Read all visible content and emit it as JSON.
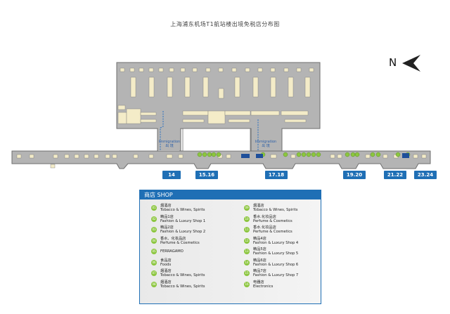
{
  "title": "上海浦东机场T1航站楼出境免税店分布图",
  "compass": {
    "label": "N"
  },
  "immigration": [
    {
      "en": "Immigration",
      "cn": "出 境"
    },
    {
      "en": "Immigration",
      "cn": "出 境"
    }
  ],
  "gates": [
    "14",
    "15.16",
    "17.18",
    "19.20",
    "21.22",
    "23.24"
  ],
  "legend": {
    "heading": "商店 SHOP",
    "left": [
      {
        "num": "01",
        "cn": "烟酒店",
        "en": "Tobacco & Wines, Spirits"
      },
      {
        "num": "02",
        "cn": "精品1店",
        "en": "Fashion & Luxury Shop 1"
      },
      {
        "num": "03",
        "cn": "精品2店",
        "en": "Fashion & Luxury Shop 2"
      },
      {
        "num": "04",
        "cn": "香水、化妆品店",
        "en": "Perfume & Cosmetics"
      },
      {
        "num": "05",
        "cn": "",
        "en": "FERRAGAMO"
      },
      {
        "num": "06",
        "cn": "食品店",
        "en": "Foods"
      },
      {
        "num": "07",
        "cn": "烟酒店",
        "en": "Tobacco & Wines, Spirits"
      },
      {
        "num": "08",
        "cn": "烟酒店",
        "en": "Tobacco & Wines, Spirits"
      }
    ],
    "right": [
      {
        "num": "09",
        "cn": "烟酒店",
        "en": "Tobacco & Wines, Spirits"
      },
      {
        "num": "10",
        "cn": "香水.化妆品店",
        "en": "Perfume & Cosmetics"
      },
      {
        "num": "11",
        "cn": "香水.化妆品店",
        "en": "Perfume & Cosmetics"
      },
      {
        "num": "12",
        "cn": "精品4店",
        "en": "Fashion & Luxury Shop 4"
      },
      {
        "num": "13",
        "cn": "精品5店",
        "en": "Fashion & Luxury Shop 5"
      },
      {
        "num": "14",
        "cn": "精品6店",
        "en": "Fashion & Luxury Shop 6"
      },
      {
        "num": "15",
        "cn": "精品7店",
        "en": "Fashion & Luxury Shop 7"
      },
      {
        "num": "16",
        "cn": "电器店",
        "en": "Electronics"
      }
    ]
  },
  "colors": {
    "building": "#b4b4b4",
    "building_stroke": "#6e6e6e",
    "shop": "#f4ecc8",
    "gate_tag": "#1f6fb5",
    "marker": "#8cc63f",
    "dark_marker": "#1f4f9a"
  }
}
